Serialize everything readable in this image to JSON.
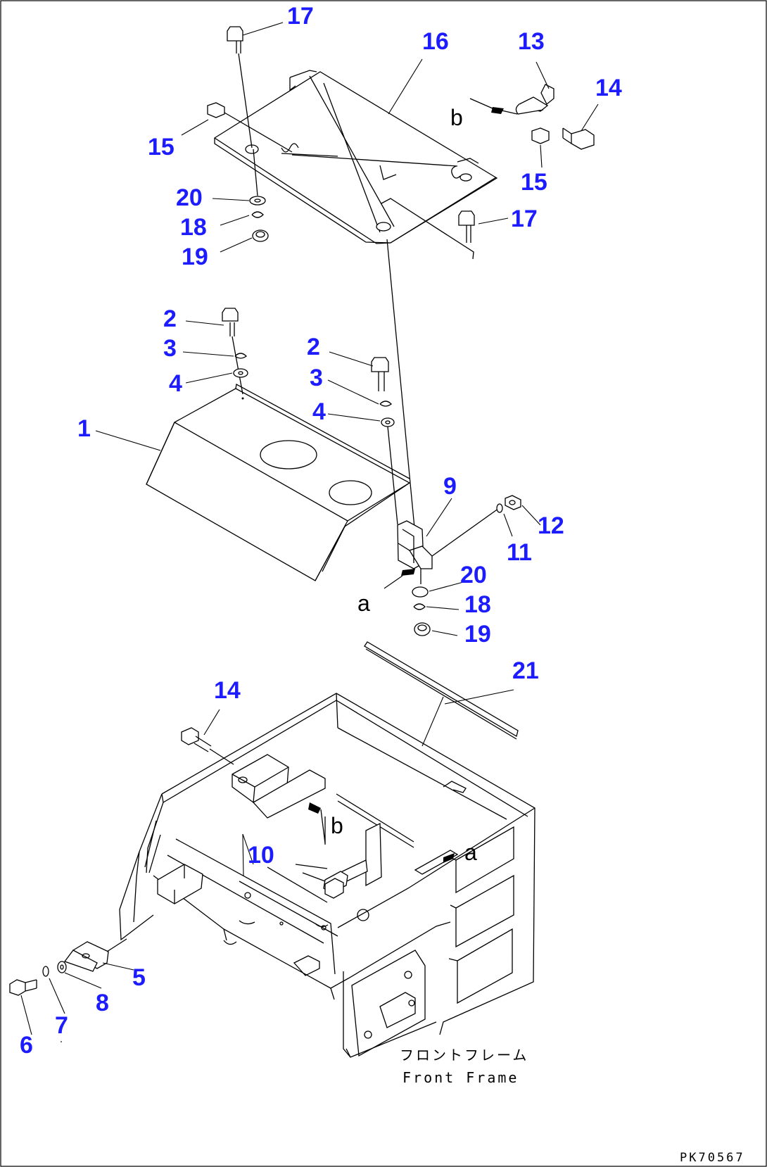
{
  "callouts": {
    "c1": "1",
    "c2a": "2",
    "c2b": "2",
    "c3a": "3",
    "c3b": "3",
    "c4a": "4",
    "c4b": "4",
    "c5": "5",
    "c6": "6",
    "c7": "7",
    "c8": "8",
    "c9": "9",
    "c10": "10",
    "c11": "11",
    "c12": "12",
    "c13": "13",
    "c14a": "14",
    "c14b": "14",
    "c15a": "15",
    "c15b": "15",
    "c16": "16",
    "c17a": "17",
    "c17b": "17",
    "c18a": "18",
    "c18b": "18",
    "c19a": "19",
    "c19b": "19",
    "c20a": "20",
    "c20b": "20",
    "c21": "21"
  },
  "refs": {
    "a_top": "a",
    "a_bottom": "a",
    "b_top": "b",
    "b_bottom": "b"
  },
  "caption": {
    "ja": "フロントフレーム",
    "en": "Front Frame"
  },
  "part_number": "PK70567"
}
